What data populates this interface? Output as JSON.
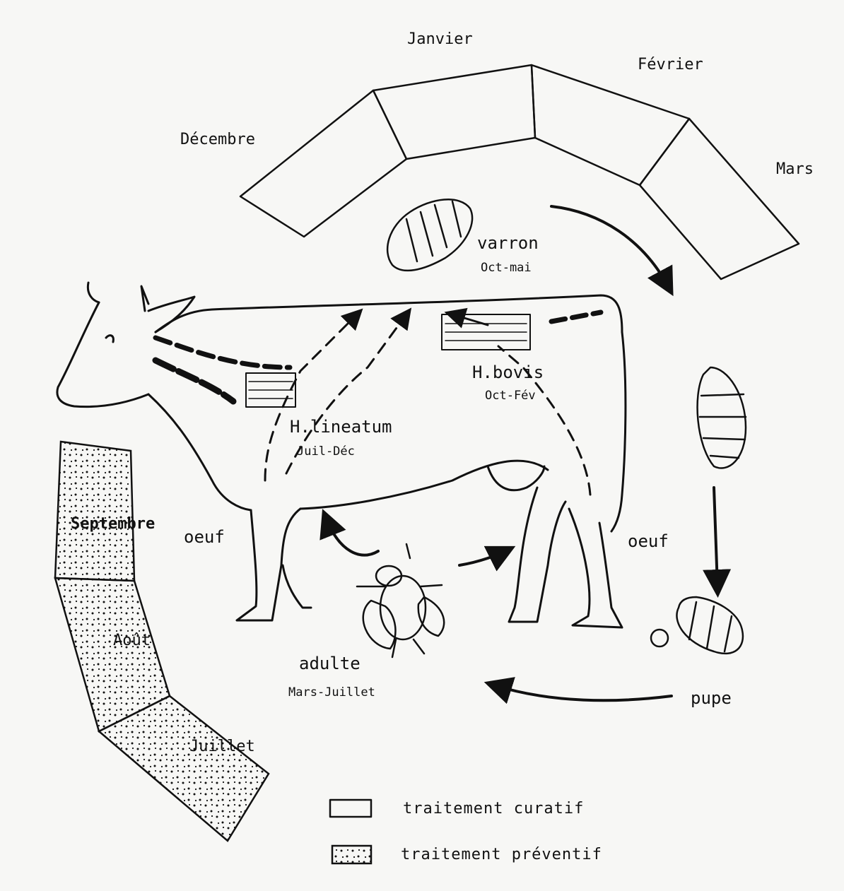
{
  "months": {
    "dec": "Décembre",
    "jan": "Janvier",
    "feb": "Février",
    "mar": "Mars",
    "sep": "Septembre",
    "aug": "Août",
    "jul": "Juillet"
  },
  "stages": {
    "varron": {
      "name": "varron",
      "period": "Oct-mai"
    },
    "hbovis": {
      "name": "H.bovis",
      "period": "Oct-Fév"
    },
    "hlineatum": {
      "name": "H.lineatum",
      "period": "Juil-Déc"
    },
    "oeuf_left": "oeuf",
    "oeuf_right": "oeuf",
    "adult": {
      "name": "adulte",
      "period": "Mars-Juillet"
    },
    "pupa": "pupe"
  },
  "legend": {
    "curative": "traitement curatif",
    "preventive": "traitement préventif"
  },
  "colors": {
    "ink": "#111111",
    "paper": "#f7f7f5"
  }
}
